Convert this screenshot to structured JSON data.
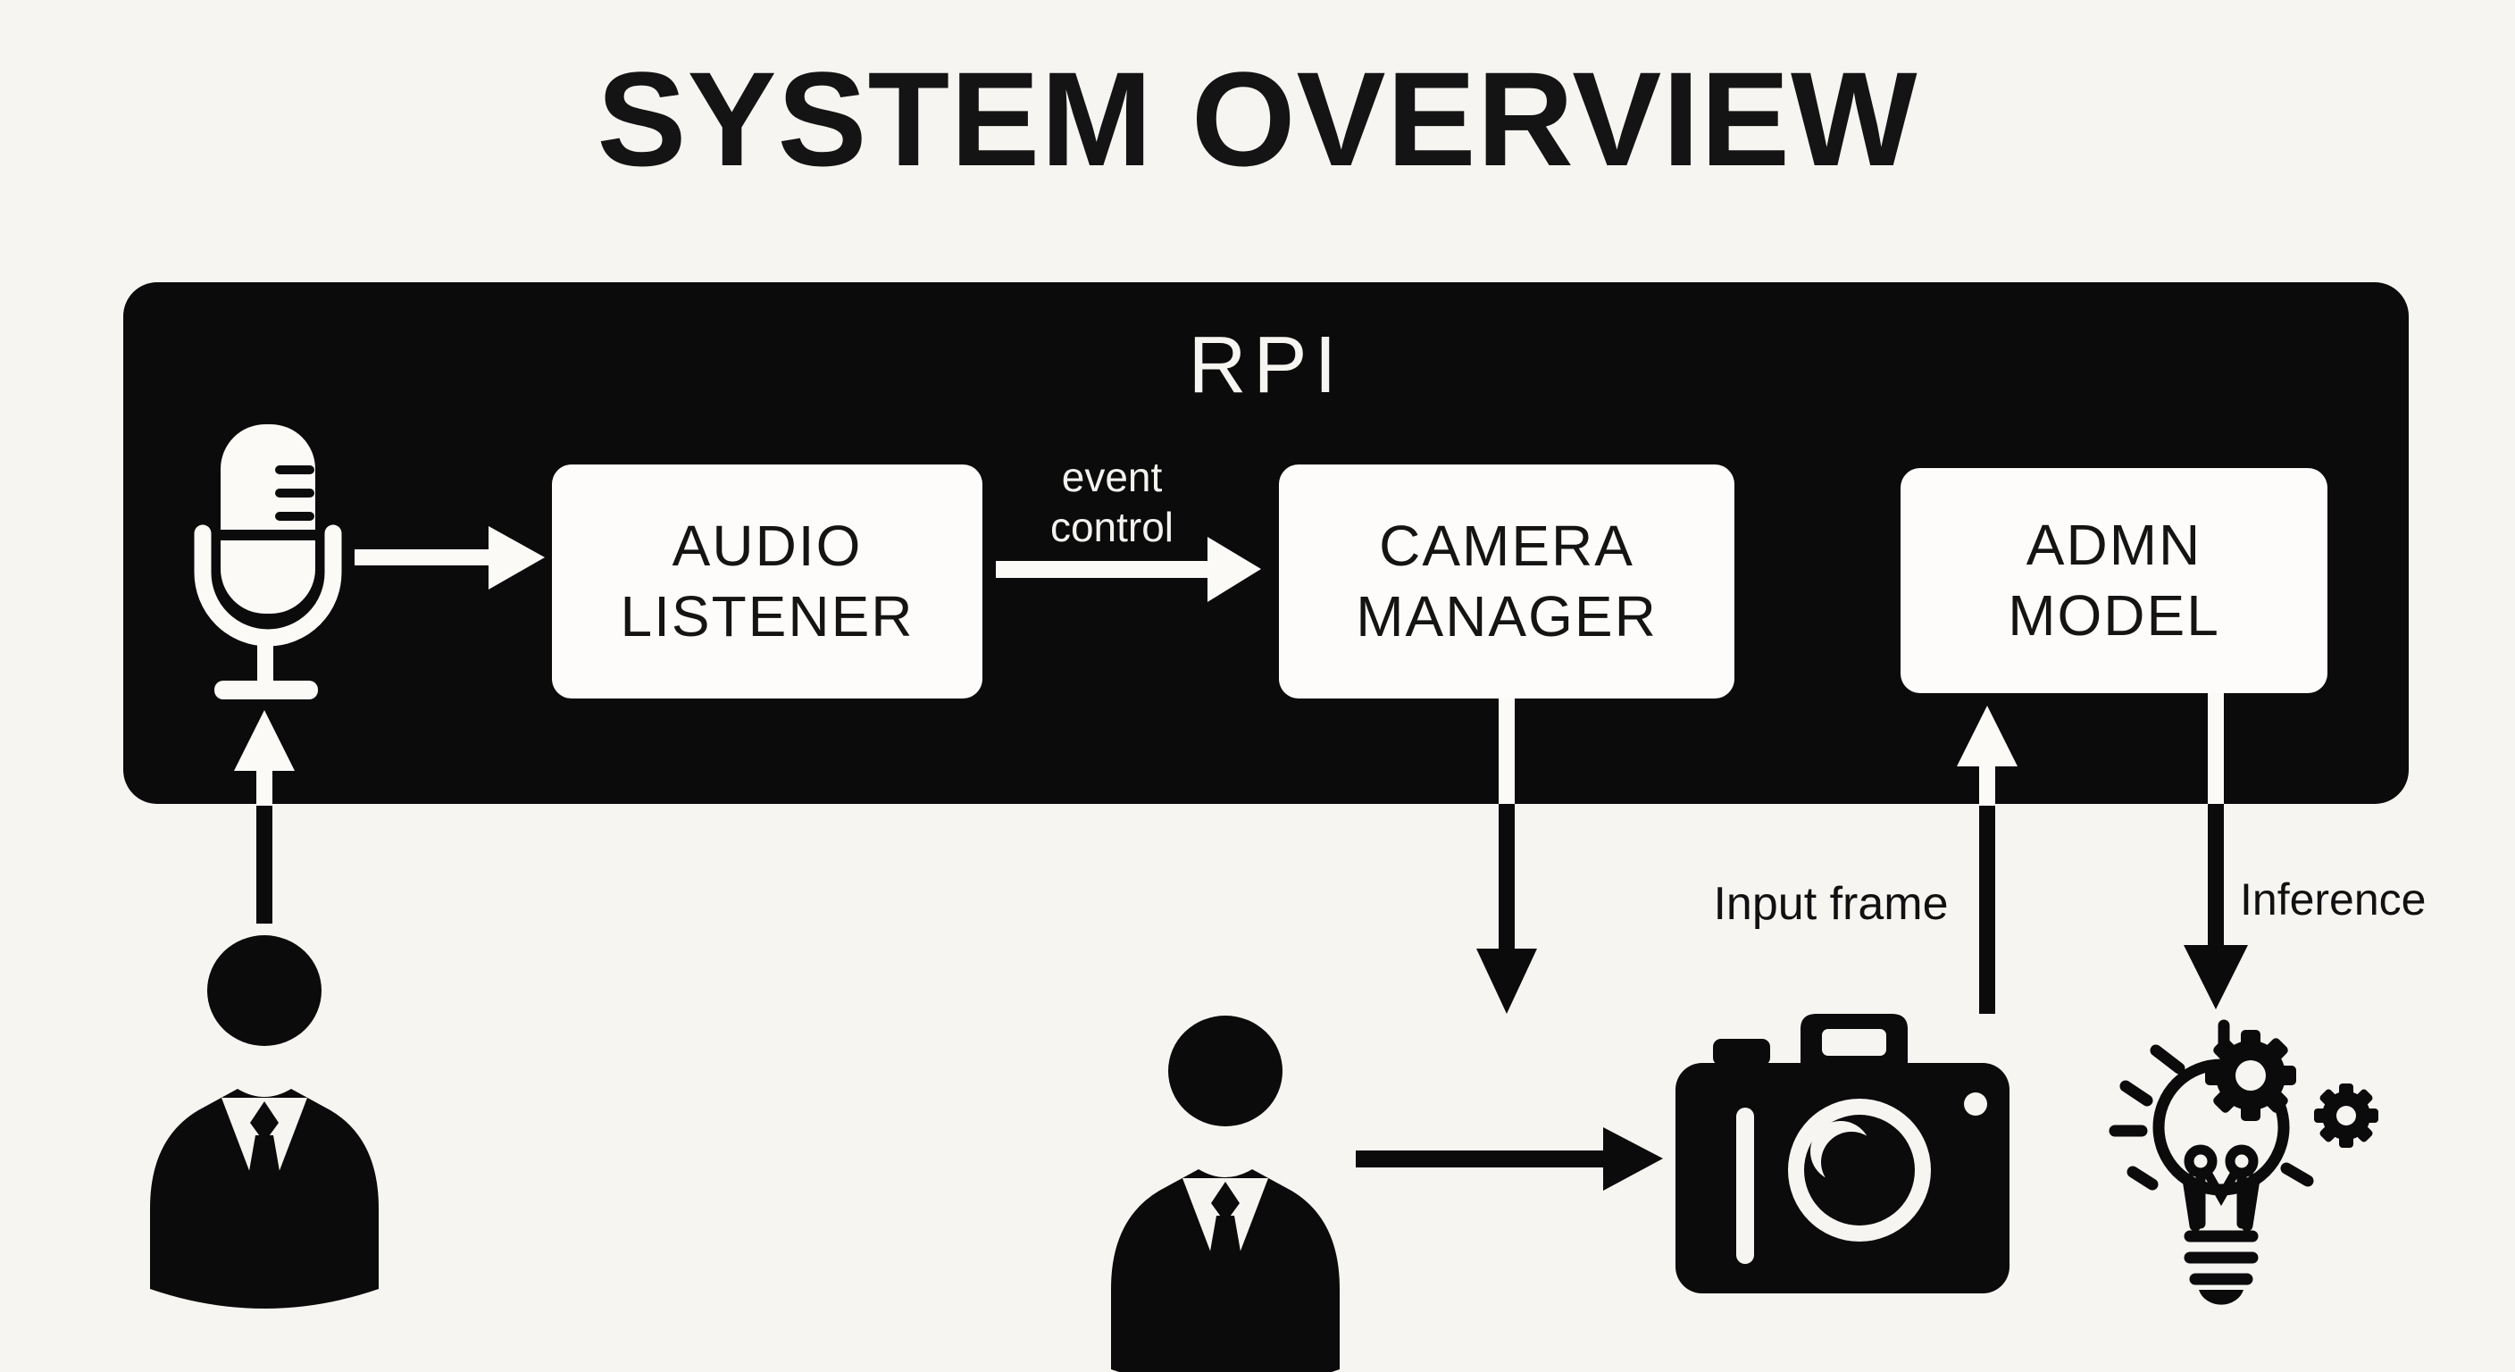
{
  "title": "SYSTEM OVERVIEW",
  "colors": {
    "background": "#f7f5f1",
    "ink": "#0b0b0b",
    "paper": "#fdfcfa"
  },
  "rpi": {
    "label": "RPI"
  },
  "boxes": {
    "audio_listener": {
      "line1": "AUDIO",
      "line2": "LISTENER"
    },
    "camera_manager": {
      "line1": "CAMERA",
      "line2": "MANAGER"
    },
    "admn_model": {
      "line1": "ADMN",
      "line2": "MODEL"
    }
  },
  "labels": {
    "event_control_line1": "event",
    "event_control_line2": "control",
    "input_frame": "Input frame",
    "inference": "Inference"
  },
  "icons": {
    "microphone": "microphone-icon",
    "left_user": "user-icon",
    "middle_user": "user-icon",
    "camera": "camera-icon",
    "inference_output": "lightbulb-gears-icon"
  }
}
